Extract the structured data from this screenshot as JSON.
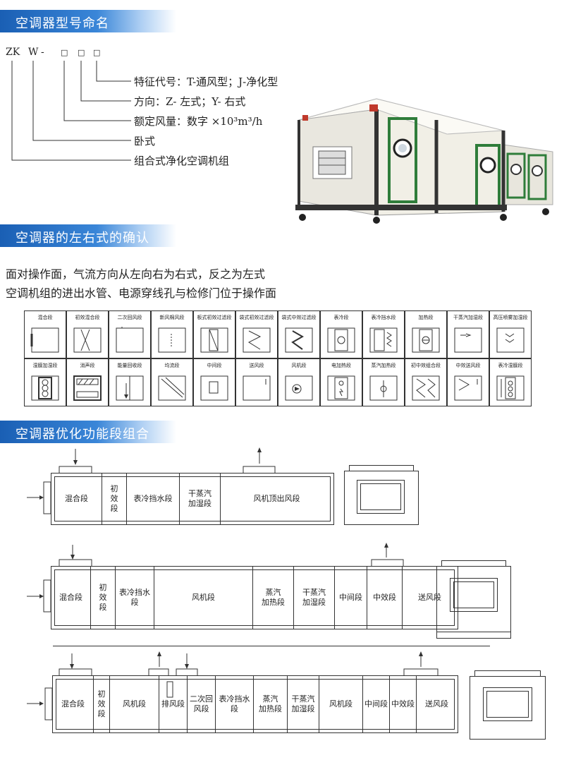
{
  "sections": {
    "naming_title": "空调器型号命名",
    "lr_title": "空调器的左右式的确认",
    "combo_title": "空调器优化功能段组合"
  },
  "model_code": {
    "prefix": "ZK",
    "w": "W",
    "dash": "-",
    "boxes": [
      "□",
      "□",
      "□"
    ]
  },
  "legend": [
    "特征代号：T-通风型；J-净化型",
    "方向：Z- 左式；Y- 右式",
    "额定风量：数字 ×10³m³/h",
    "卧式",
    "组合式净化空调机组"
  ],
  "paragraph": [
    "面对操作面，气流方向从左向右为右式，反之为左式",
    "空调机组的进出水管、电源穿线孔与检修门位于操作面"
  ],
  "symbols_row1": [
    "混合段",
    "初效混合段",
    "二次回风段",
    "新风棉风段",
    "板式初效过滤段",
    "袋式初效过滤段",
    "袋式中效过滤段",
    "表冷段",
    "表冷挡水段",
    "加热段",
    "干蒸汽加湿段",
    "高压喷雾加湿段"
  ],
  "symbols_row2": [
    "湿膜加湿段",
    "消声段",
    "能量回收段",
    "均流段",
    "中间段",
    "送风段",
    "风机段",
    "电加热段",
    "蒸汽加热段",
    "初中效组合段",
    "中效送风段",
    "表冷湿膜段"
  ],
  "unit1": [
    "混合段",
    "初\n效\n段",
    "表冷挡水段",
    "干蒸汽\n加湿段",
    "风机顶出风段"
  ],
  "unit2": [
    "混合段",
    "初\n效\n段",
    "表冷挡水段",
    "风机段",
    "蒸汽\n加热段",
    "干蒸汽\n加湿段",
    "中间段",
    "中效段",
    "送风段"
  ],
  "unit3": [
    "混合段",
    "初\n效\n段",
    "风机段",
    "排风段",
    "二次回\n风段",
    "表冷挡水段",
    "蒸汽\n加热段",
    "干蒸汽\n加湿段",
    "风机段",
    "中间段",
    "中效段",
    "送风段"
  ],
  "colors": {
    "banner": "#1a5fb4",
    "frame_green": "#2f7d3a",
    "cabinet": "#f1efe6"
  }
}
